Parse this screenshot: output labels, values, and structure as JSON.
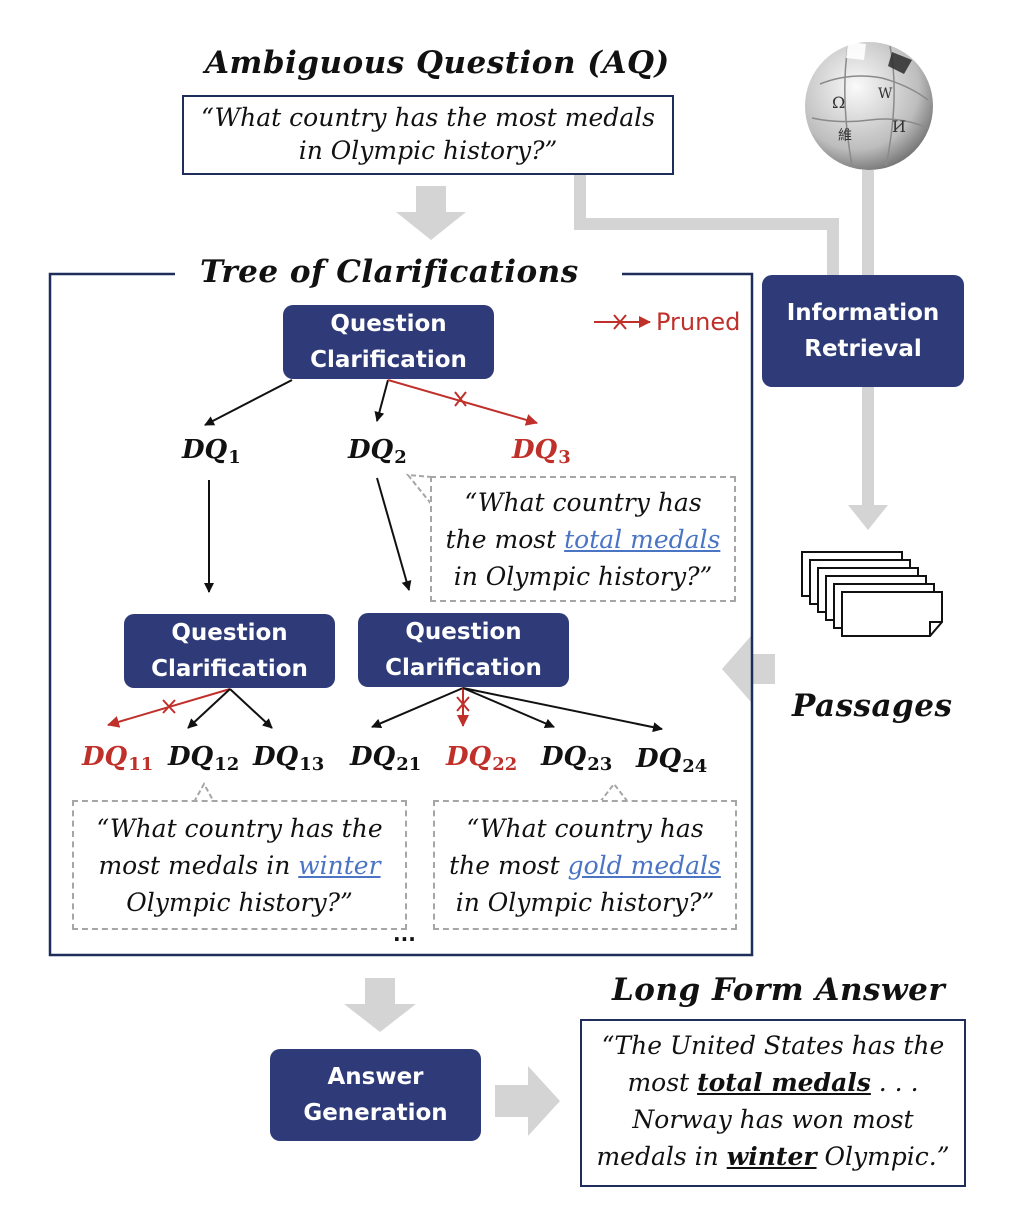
{
  "ambiguous": {
    "title": "Ambiguous Question (AQ)",
    "line1": "“What country has the most medals",
    "line2": "in Olympic history?”"
  },
  "tree": {
    "title": "Tree of Clarifications",
    "pruned_label": "Pruned",
    "qc_line1": "Question",
    "qc_line2": "Clarification",
    "dq1": {
      "base": "DQ",
      "sub": "1"
    },
    "dq2": {
      "base": "DQ",
      "sub": "2"
    },
    "dq3": {
      "base": "DQ",
      "sub": "3"
    },
    "dq11": {
      "base": "DQ",
      "sub": "11"
    },
    "dq12": {
      "base": "DQ",
      "sub": "12"
    },
    "dq13": {
      "base": "DQ",
      "sub": "13"
    },
    "dq21": {
      "base": "DQ",
      "sub": "21"
    },
    "dq22": {
      "base": "DQ",
      "sub": "22"
    },
    "dq23": {
      "base": "DQ",
      "sub": "23"
    },
    "dq24": {
      "base": "DQ",
      "sub": "24"
    },
    "ellipsis": "...",
    "callout_dq2": {
      "line1": "“What  country has",
      "line2_pre": "the most ",
      "line2_hl": "total medals",
      "line3": "in Olympic history?”"
    },
    "callout_left": {
      "line1": "“What country has the",
      "line2_pre": "most  medals in ",
      "line2_hl": "winter",
      "line3": "Olympic history?”"
    },
    "callout_right": {
      "line1": "“What country has",
      "line2_pre": "the most ",
      "line2_hl": "gold medals",
      "line3": "in Olympic history?”"
    }
  },
  "retrieval": {
    "line1": "Information",
    "line2": "Retrieval"
  },
  "passages_label": "Passages",
  "generation": {
    "line1": "Answer",
    "line2": "Generation"
  },
  "answer": {
    "title": "Long Form Answer",
    "line1": "“The United States has the",
    "line2_pre": "most ",
    "line2_ul": "total medals",
    "line2_post": " . . .",
    "line3": "Norway has won most",
    "line4_pre": "medals  in ",
    "line4_ul": "winter",
    "line4_post": " Olympic.”"
  },
  "wiki_glyphs": [
    "Ω",
    "W",
    "И",
    "維"
  ],
  "colors": {
    "navy": "#2e3b78",
    "red": "#c0302b",
    "gray_arrow": "#d4d4d4",
    "link_blue": "#4a74c4"
  }
}
